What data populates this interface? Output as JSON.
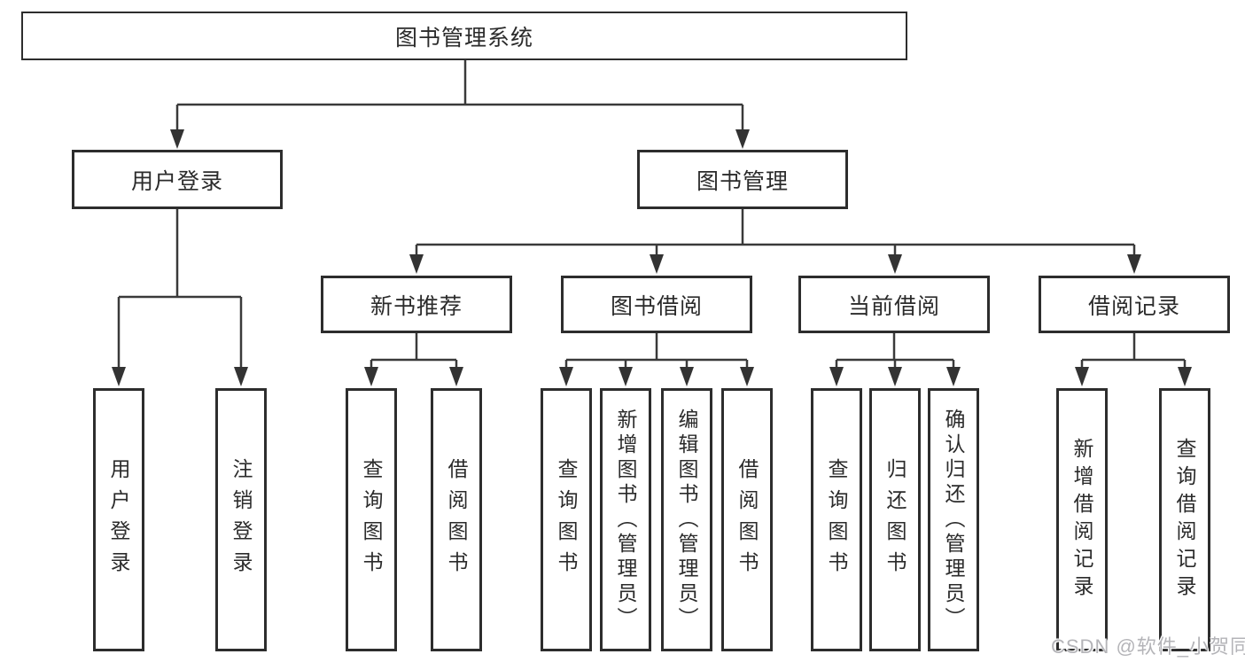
{
  "diagram": {
    "root": {
      "label": "图书管理系统"
    },
    "level2": [
      {
        "id": "user-login",
        "label": "用户登录"
      },
      {
        "id": "book-management",
        "label": "图书管理"
      }
    ],
    "level3": [
      {
        "id": "new-book-recommend",
        "label": "新书推荐"
      },
      {
        "id": "book-borrowing",
        "label": "图书借阅"
      },
      {
        "id": "current-borrowing",
        "label": "当前借阅"
      },
      {
        "id": "borrowing-records",
        "label": "借阅记录"
      }
    ],
    "level4": [
      {
        "label": "用户登录"
      },
      {
        "label": "注销登录"
      },
      {
        "label": "查询图书"
      },
      {
        "label": "借阅图书"
      },
      {
        "label": "查询图书"
      },
      {
        "label": "新增图书（管理员）"
      },
      {
        "label": "编辑图书（管理员）"
      },
      {
        "label": "借阅图书"
      },
      {
        "label": "查询图书"
      },
      {
        "label": "归还图书"
      },
      {
        "label": "确认归还（管理员）"
      },
      {
        "label": "新增借阅记录"
      },
      {
        "label": "查询借阅记录"
      }
    ]
  },
  "watermark": "CSDN @软件_小贺同学",
  "colors": {
    "line": "#3a3a3a",
    "border": "#2d2d2d",
    "text": "#2b2b2b",
    "background": "#ffffff",
    "watermark": "#b4b4b8"
  }
}
